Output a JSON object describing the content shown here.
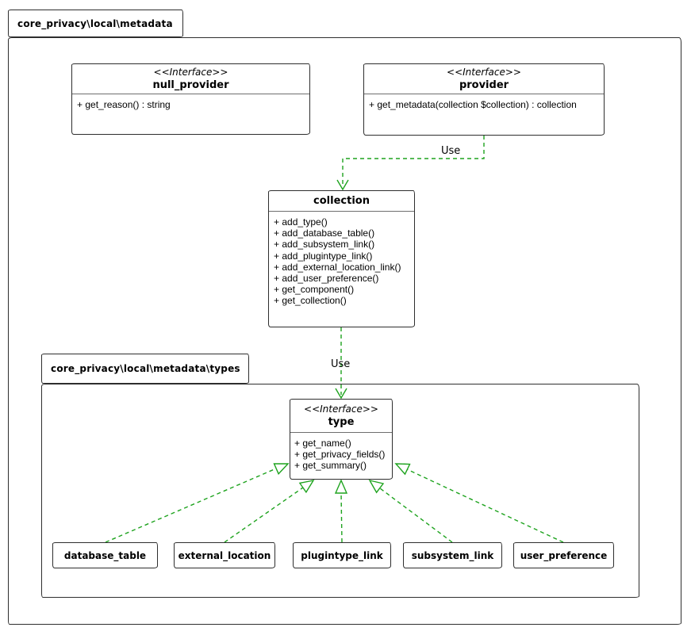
{
  "diagram": {
    "packages": {
      "metadata": {
        "label": "core_privacy\\local\\metadata"
      },
      "types": {
        "label": "core_privacy\\local\\metadata\\types"
      }
    },
    "classes": {
      "null_provider": {
        "stereotype": "<<Interface>>",
        "name": "null_provider",
        "members": [
          "+ get_reason() : string"
        ]
      },
      "provider": {
        "stereotype": "<<Interface>>",
        "name": "provider",
        "members": [
          "+ get_metadata(collection $collection) : collection"
        ]
      },
      "collection": {
        "name": "collection",
        "members": [
          "+ add_type()",
          "+ add_database_table()",
          "+ add_subsystem_link()",
          "+ add_plugintype_link()",
          "+ add_external_location_link()",
          "+ add_user_preference()",
          "+ get_component()",
          "+ get_collection()"
        ]
      },
      "type": {
        "stereotype": "<<Interface>>",
        "name": "type",
        "members": [
          "+ get_name()",
          "+ get_privacy_fields()",
          "+ get_summary()"
        ]
      },
      "database_table": {
        "name": "database_table"
      },
      "external_location": {
        "name": "external_location"
      },
      "plugintype_link": {
        "name": "plugintype_link"
      },
      "subsystem_link": {
        "name": "subsystem_link"
      },
      "user_preference": {
        "name": "user_preference"
      }
    },
    "edges": {
      "provider_to_collection": {
        "type": "dependency",
        "label": "Use"
      },
      "collection_to_type": {
        "type": "dependency",
        "label": "Use"
      },
      "realizations": [
        "database_table -> type",
        "external_location -> type",
        "plugintype_link -> type",
        "subsystem_link -> type",
        "user_preference -> type"
      ]
    },
    "colors": {
      "arrow_green": "#1ea31e",
      "line": "#2e2e2e",
      "background": "#ffffff"
    }
  }
}
